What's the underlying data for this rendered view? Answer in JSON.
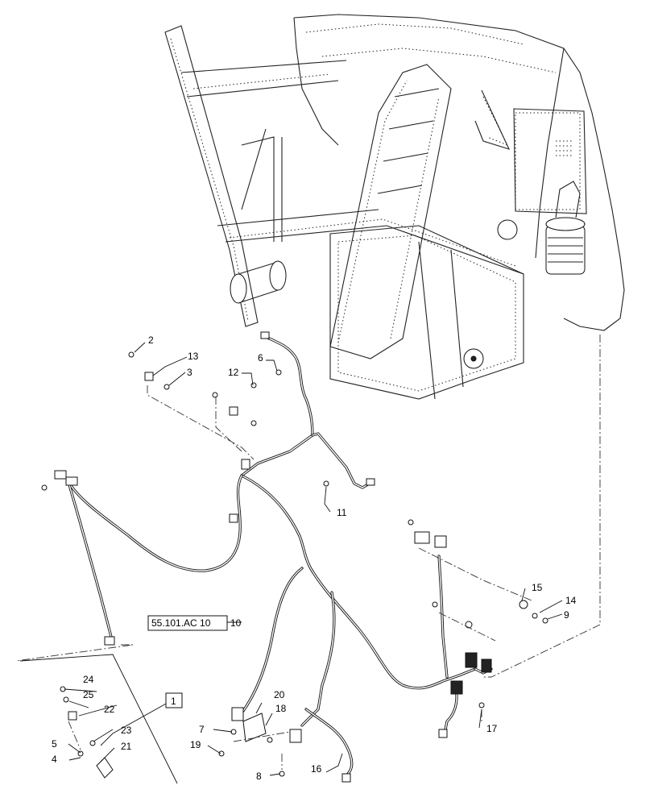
{
  "callouts": [
    {
      "id": "c1",
      "label": "1"
    },
    {
      "id": "c2",
      "label": "2"
    },
    {
      "id": "c3",
      "label": "3"
    },
    {
      "id": "c4",
      "label": "4"
    },
    {
      "id": "c5",
      "label": "5"
    },
    {
      "id": "c6",
      "label": "6"
    },
    {
      "id": "c7",
      "label": "7"
    },
    {
      "id": "c8",
      "label": "8"
    },
    {
      "id": "c9",
      "label": "9"
    },
    {
      "id": "c10",
      "label": "10"
    },
    {
      "id": "c11",
      "label": "11"
    },
    {
      "id": "c12",
      "label": "12"
    },
    {
      "id": "c13",
      "label": "13"
    },
    {
      "id": "c14",
      "label": "14"
    },
    {
      "id": "c15",
      "label": "15"
    },
    {
      "id": "c16",
      "label": "16"
    },
    {
      "id": "c17",
      "label": "17"
    },
    {
      "id": "c18",
      "label": "18"
    },
    {
      "id": "c19",
      "label": "19"
    },
    {
      "id": "c20",
      "label": "20"
    },
    {
      "id": "c21",
      "label": "21"
    },
    {
      "id": "c22",
      "label": "22"
    },
    {
      "id": "c23",
      "label": "23"
    },
    {
      "id": "c24",
      "label": "24"
    },
    {
      "id": "c25",
      "label": "25"
    }
  ],
  "reference": {
    "label": "55.101.AC 10"
  }
}
